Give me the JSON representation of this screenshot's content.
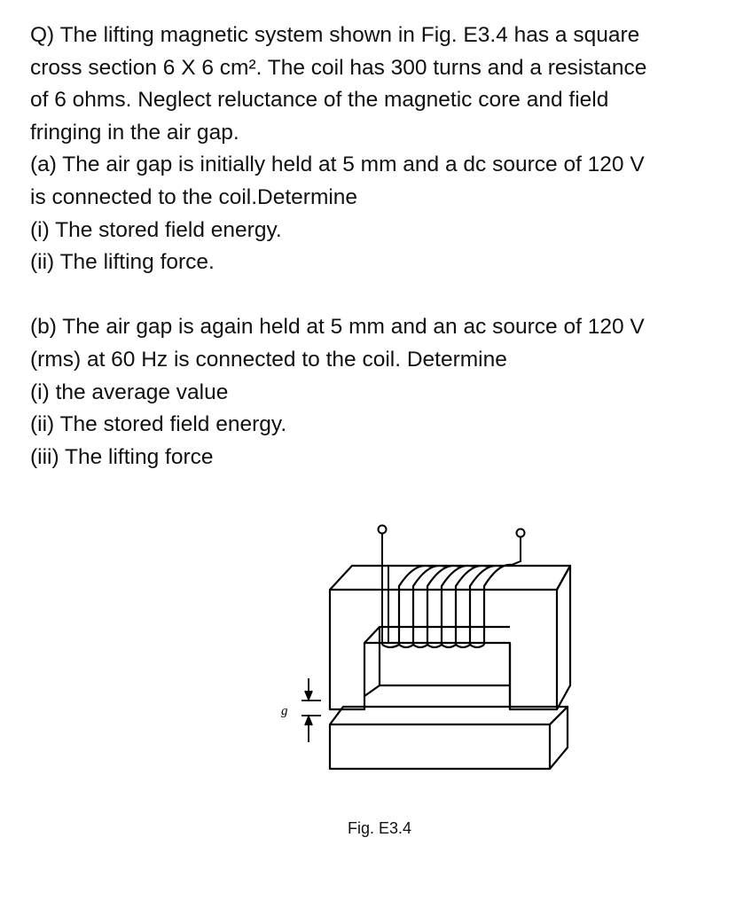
{
  "question": {
    "lines": [
      "Q) The lifting magnetic system shown in Fig. E3.4 has a square",
      "cross section 6 X 6 cm². The coil has 300 turns and a resistance",
      "of 6 ohms. Neglect reluctance of the magnetic core and field",
      "fringing in the air gap.",
      "(a) The air gap is initially held at 5 mm and a dc source of 120 V",
      "is connected to the coil.Determine",
      "(i) The stored field energy.",
      "(ii) The lifting force.",
      "",
      "(b) The air gap is again held at 5 mm and an ac source of 120 V",
      "(rms) at 60 Hz is connected to the coil. Determine",
      "(i) the average value",
      "(ii) The stored field energy.",
      "(iii) The lifting force"
    ]
  },
  "figure": {
    "gap_label": "g",
    "caption": "Fig. E3.4"
  }
}
